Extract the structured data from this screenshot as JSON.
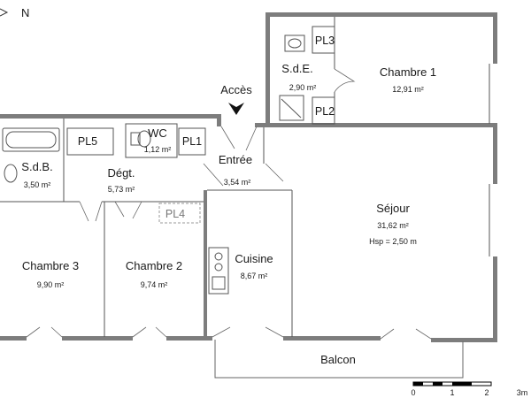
{
  "compass": {
    "label": "N"
  },
  "access": {
    "label": "Accès"
  },
  "rooms": {
    "chambre1": {
      "name": "Chambre 1",
      "area": "12,91 m²"
    },
    "sde": {
      "name": "S.d.E.",
      "area": "2,90 m²"
    },
    "wc": {
      "name": "WC",
      "area": "1,12 m²"
    },
    "sdb": {
      "name": "S.d.B.",
      "area": "3,50 m²"
    },
    "degt": {
      "name": "Dégt.",
      "area": "5,73 m²"
    },
    "entree": {
      "name": "Entrée",
      "area": "3,54 m²"
    },
    "sejour": {
      "name": "Séjour",
      "area": "31,62 m²",
      "height": "Hsp = 2,50 m"
    },
    "chambre3": {
      "name": "Chambre 3",
      "area": "9,90 m²"
    },
    "chambre2": {
      "name": "Chambre 2",
      "area": "9,74 m²"
    },
    "cuisine": {
      "name": "Cuisine",
      "area": "8,67 m²"
    },
    "balcon": {
      "name": "Balcon"
    }
  },
  "placards": [
    "PL1",
    "PL2",
    "PL3",
    "PL4",
    "PL5"
  ],
  "scale": {
    "ticks": [
      "0",
      "1",
      "2",
      "3m"
    ]
  }
}
